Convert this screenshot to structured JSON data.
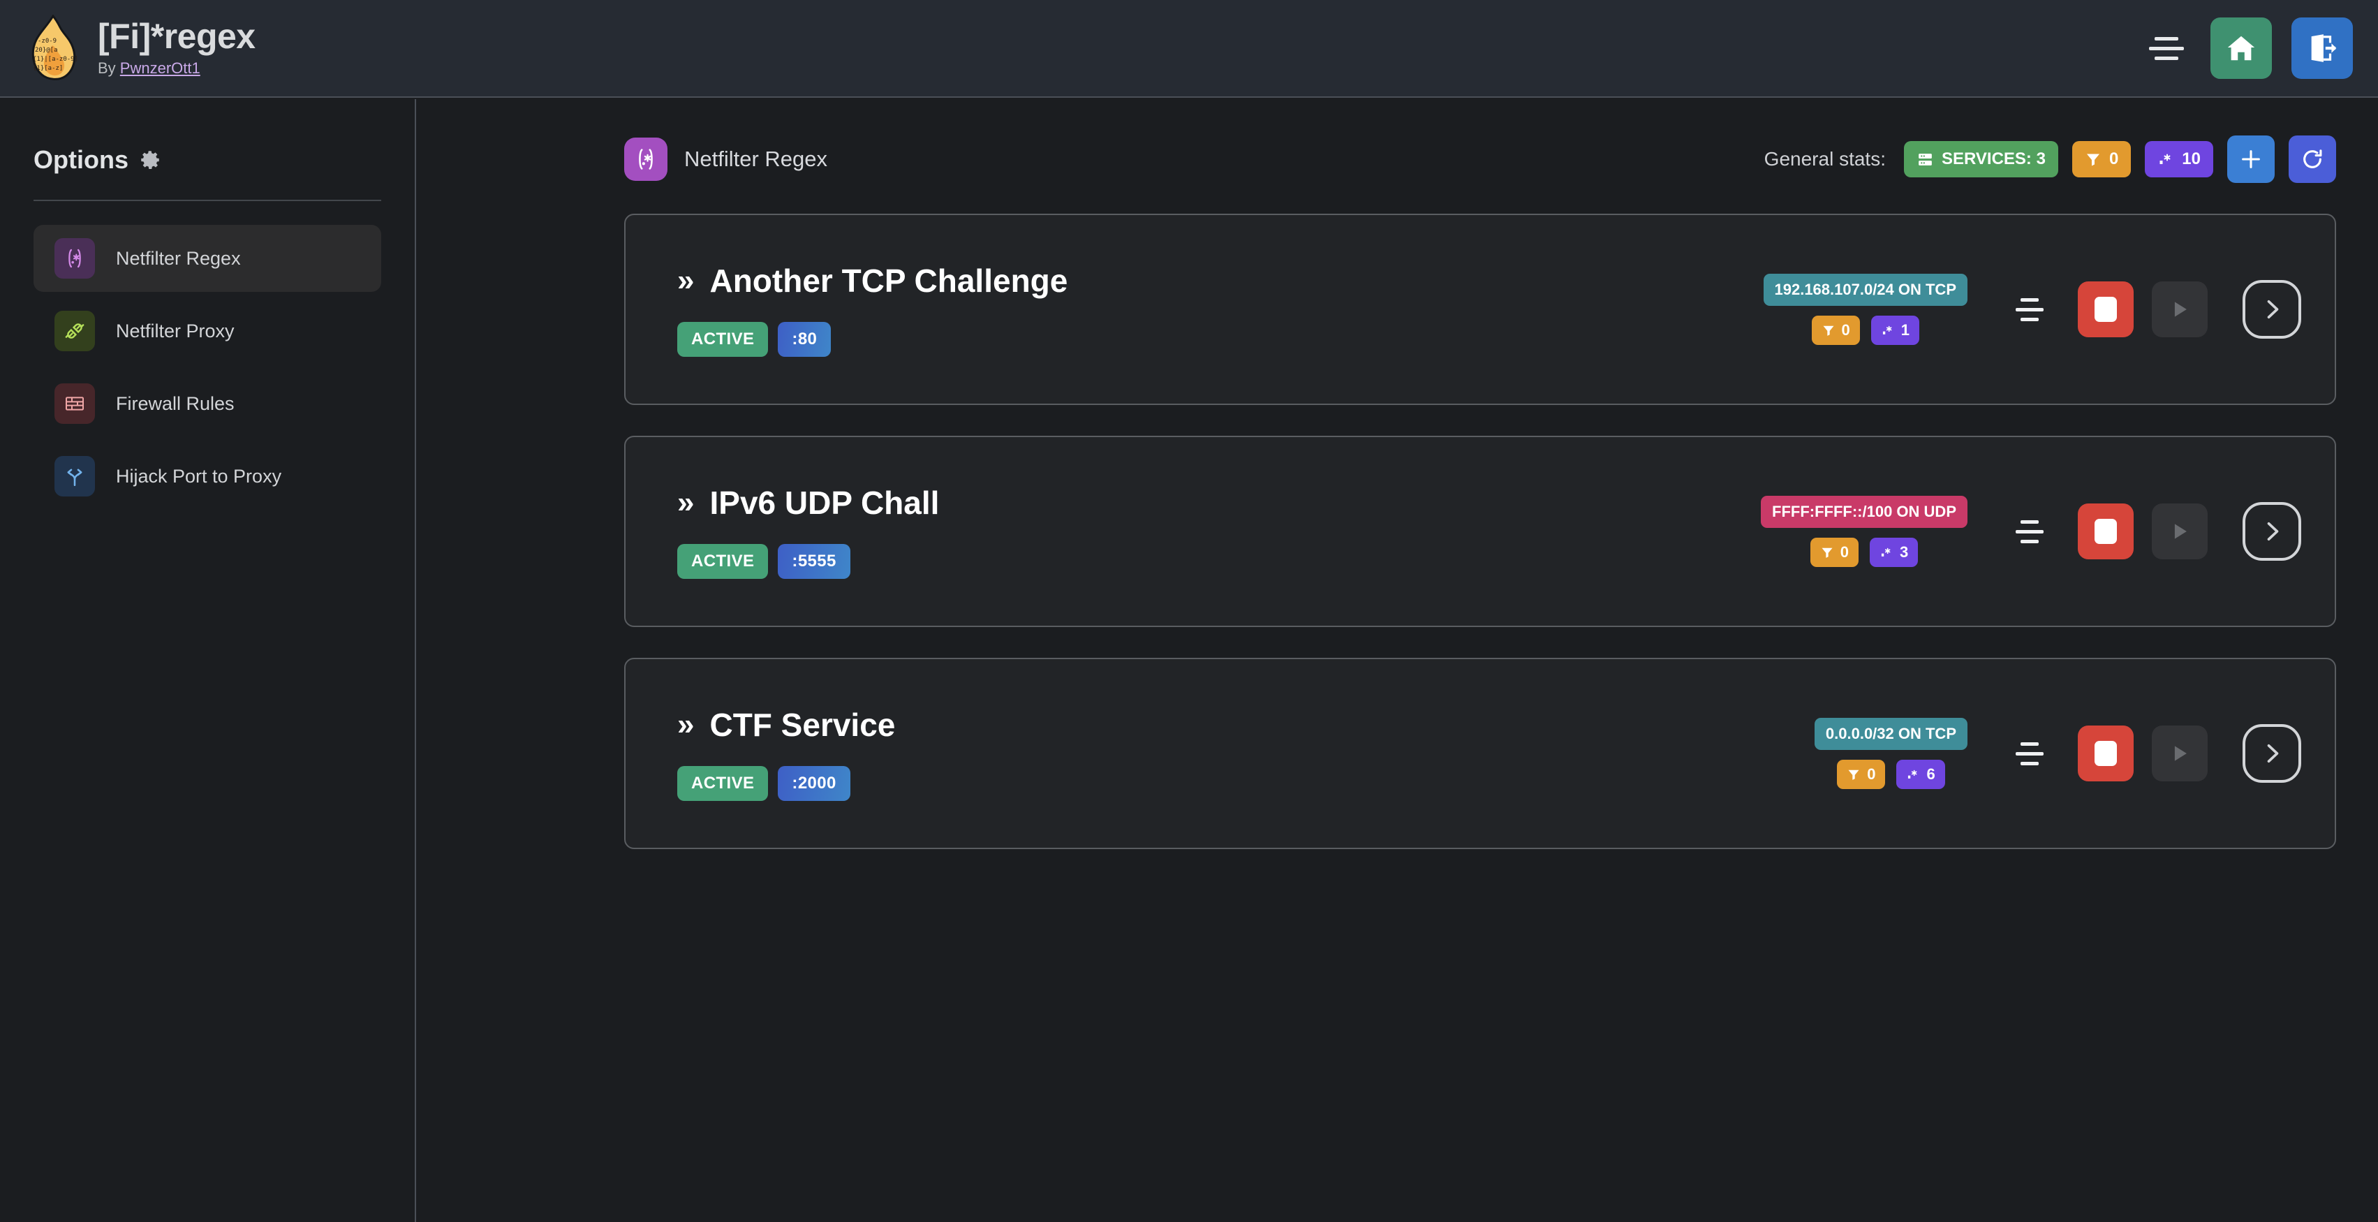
{
  "header": {
    "title": "[Fi]*regex",
    "by_prefix": "By ",
    "author": "PwnzerOtt1",
    "logo_icon": "flame-regex-logo",
    "menu_icon": "hamburger-menu-icon",
    "home_icon": "home-icon",
    "logout_icon": "logout-icon",
    "bar_color": "#262b33",
    "home_color": "#3f9170",
    "logout_color": "#3071c4"
  },
  "sidebar": {
    "title": "Options",
    "gear_icon": "gear-icon",
    "items": [
      {
        "label": "Netfilter Regex",
        "icon": "regex-icon",
        "active": true,
        "tile_color": "#4a2f57",
        "glyph_color": "#d48ae8"
      },
      {
        "label": "Netfilter Proxy",
        "icon": "plug-icon",
        "active": false,
        "tile_color": "#33401d",
        "glyph_color": "#b6e05a"
      },
      {
        "label": "Firewall Rules",
        "icon": "brick-wall-icon",
        "active": false,
        "tile_color": "#47262a",
        "glyph_color": "#f0a6a6"
      },
      {
        "label": "Hijack Port to Proxy",
        "icon": "route-fork-icon",
        "active": false,
        "tile_color": "#21344d",
        "glyph_color": "#73b3ec"
      }
    ]
  },
  "main": {
    "page_icon": "regex-icon",
    "page_title": "Netfilter Regex",
    "stats_label": "General stats:",
    "stats": [
      {
        "name": "services",
        "icon": "server-icon",
        "label": "SERVICES: 3",
        "color": "#52a15e"
      },
      {
        "name": "filters",
        "icon": "filter-icon",
        "label": "0",
        "color": "#e29a2e"
      },
      {
        "name": "regexes",
        "icon": "regex-dot-star-icon",
        "label": "10",
        "color": "#6f45e0"
      }
    ],
    "add_icon": "plus-icon",
    "refresh_icon": "refresh-icon"
  },
  "services": [
    {
      "name": "Another TCP Challenge",
      "chevron": "»",
      "status": "ACTIVE",
      "port": ":80",
      "network": "192.168.107.0/24 ON TCP",
      "protocol": "TCP",
      "net_color": "#3f8d99",
      "filter_count": "0",
      "regex_count": "1",
      "menu_icon": "service-menu-icon",
      "stop_icon": "stop-icon",
      "play_icon": "play-icon",
      "open_icon": "chevron-right-icon"
    },
    {
      "name": "IPv6 UDP Chall",
      "chevron": "»",
      "status": "ACTIVE",
      "port": ":5555",
      "network": "FFFF:FFFF::/100 ON UDP",
      "protocol": "UDP",
      "net_color": "#c93a68",
      "filter_count": "0",
      "regex_count": "3",
      "menu_icon": "service-menu-icon",
      "stop_icon": "stop-icon",
      "play_icon": "play-icon",
      "open_icon": "chevron-right-icon"
    },
    {
      "name": "CTF Service",
      "chevron": "»",
      "status": "ACTIVE",
      "port": ":2000",
      "network": "0.0.0.0/32 ON TCP",
      "protocol": "TCP",
      "net_color": "#3f8d99",
      "filter_count": "0",
      "regex_count": "6",
      "menu_icon": "service-menu-icon",
      "stop_icon": "stop-icon",
      "play_icon": "play-icon",
      "open_icon": "chevron-right-icon"
    }
  ]
}
